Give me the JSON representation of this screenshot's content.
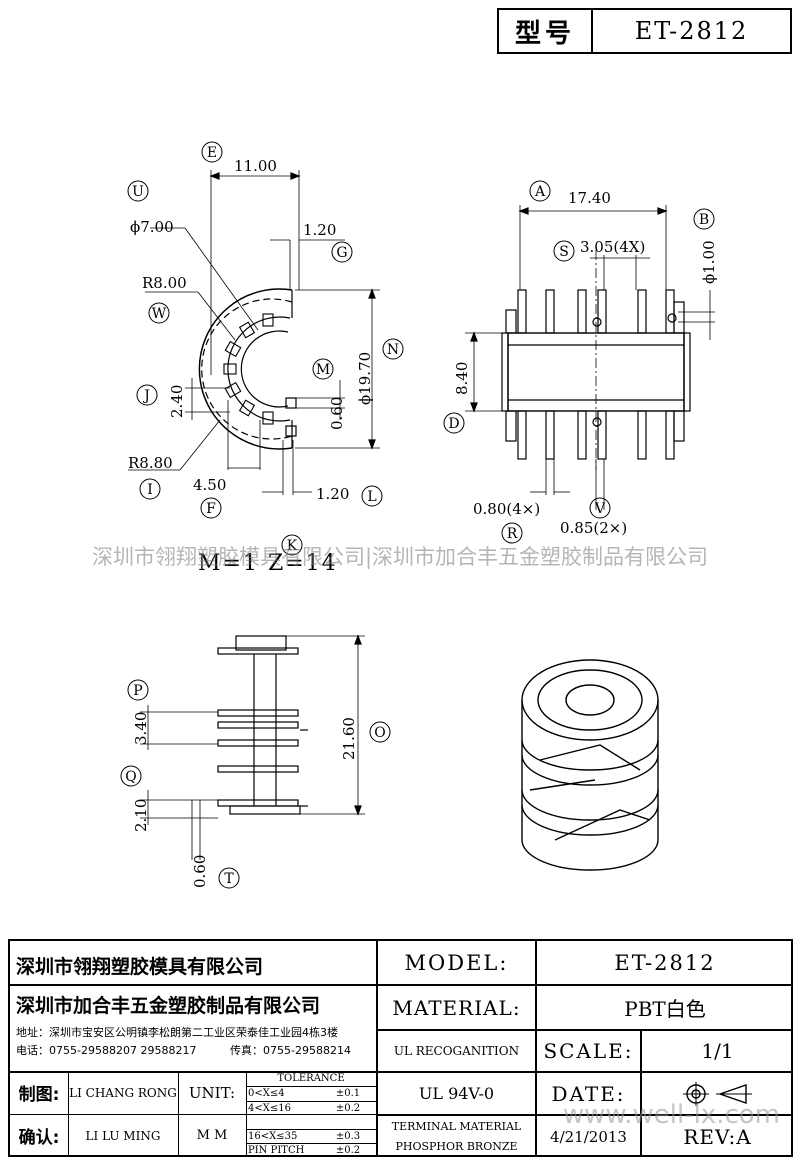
{
  "header": {
    "model_label": "型号",
    "model_value": "ET-2812"
  },
  "top_left_view": {
    "labels": {
      "E": "E",
      "U": "U",
      "W": "W",
      "J": "J",
      "I": "I",
      "F": "F",
      "G": "G",
      "N": "N",
      "M": "M",
      "L": "L"
    },
    "dims": {
      "E": "11.00",
      "U": "ϕ7.00",
      "G": "1.20",
      "W": "R8.00",
      "N": "ϕ19.70",
      "M": "0.60",
      "J": "2.40",
      "I": "R8.80",
      "F": "4.50",
      "L": "1.20"
    }
  },
  "top_right_view": {
    "labels": {
      "A": "A",
      "B": "B",
      "S": "S",
      "D": "D",
      "R": "R",
      "V": "V"
    },
    "dims": {
      "A": "17.40",
      "B": "ϕ1.00",
      "S": "3.05(4X)",
      "D": "8.40",
      "R": "0.80(4×)",
      "V": "0.85(2×)"
    }
  },
  "middle": {
    "K": "K",
    "text": "M=1   Z=14"
  },
  "watermark": "深圳市翎翔塑胶模具有限公司|深圳市加合丰五金塑胶制品有限公司",
  "bottom_left_view": {
    "labels": {
      "P": "P",
      "Q": "Q",
      "T": "T",
      "O": "O"
    },
    "dims": {
      "P": "3.40",
      "Q": "2.10",
      "T": "0.60",
      "O": "21.60"
    }
  },
  "title_block": {
    "company1": "深圳市翎翔塑胶模具有限公司",
    "company2": "深圳市加合丰五金塑胶制品有限公司",
    "address": "地址：深圳市宝安区公明镇李松朗第二工业区荣泰佳工业园4栋3楼",
    "phone": "电话：0755-29588207  29588217",
    "fax": "传真：0755-29588214",
    "model_label": "MODEL:",
    "model_value": "ET-2812",
    "material_label": "MATERIAL:",
    "material_value": "PBT白色",
    "ul_label": "UL RECOGANITION",
    "ul_value": "UL 94V-0",
    "terminal_label1": "TERMINAL MATERIAL",
    "terminal_label2": "PHOSPHOR  BRONZE",
    "scale_label": "SCALE:",
    "scale_value": "1/1",
    "date_label": "DATE:",
    "date_value": "4/21/2013",
    "rev_label": "REV:A",
    "drawn_label": "制图:",
    "drawn_name": "LI CHANG RONG",
    "checked_label": "确认:",
    "checked_name": "LI LU MING",
    "unit_label": "UNIT:",
    "unit_value": "M M",
    "tolerance_title": "TOLERANCE",
    "tol": [
      {
        "range": "0<X≤4",
        "value": "±0.1"
      },
      {
        "range": "4<X≤16",
        "value": "±0.2"
      },
      {
        "range": "16<X≤35",
        "value": "±0.3"
      },
      {
        "range": "PIN PITCH",
        "value": "±0.2"
      }
    ],
    "site_watermark": "www.well-lx.com"
  }
}
